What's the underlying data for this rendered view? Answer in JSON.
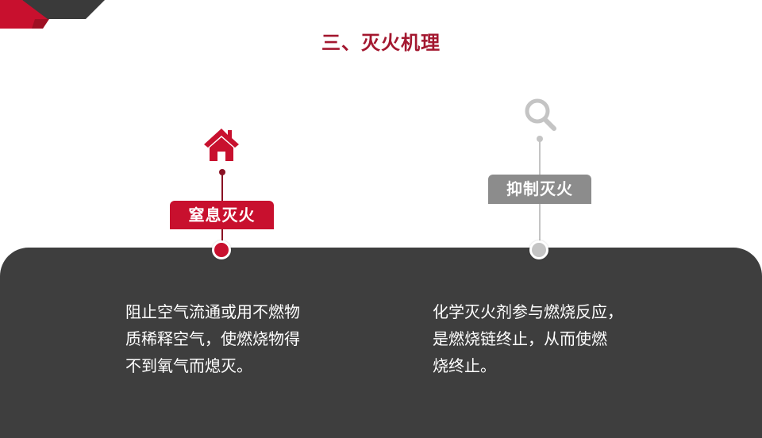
{
  "slide": {
    "title": "三、灭火机理",
    "colors": {
      "accent_red": "#c8102e",
      "title_red": "#a3172f",
      "gray": "#8c8c8c",
      "light_gray": "#c4c4c4",
      "panel_dark": "#3e3e3e",
      "corner_dark": "#3a3a3a"
    }
  },
  "methods": [
    {
      "icon": "house-icon",
      "label": "窒息灭火",
      "description_lines": [
        "阻止空气流通或用不燃物",
        "质稀释空气，使燃烧物得",
        "不到氧气而熄灭。"
      ]
    },
    {
      "icon": "search-icon",
      "label": "抑制灭火",
      "description_lines": [
        "化学灭火剂参与燃烧反应，",
        "是燃烧链终止，从而使燃",
        "烧终止。"
      ]
    }
  ]
}
